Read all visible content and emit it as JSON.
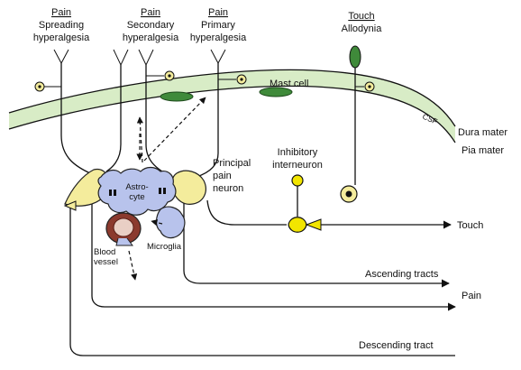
{
  "headers": {
    "spreading": {
      "title": "Pain",
      "subtitle_1": "Spreading",
      "subtitle_2": "hyperalgesia"
    },
    "secondary": {
      "title": "Pain",
      "subtitle_1": "Secondary",
      "subtitle_2": "hyperalgesia"
    },
    "primary": {
      "title": "Pain",
      "subtitle_1": "Primary",
      "subtitle_2": "hyperalgesia"
    },
    "touch": {
      "title": "Touch",
      "subtitle_1": "Allodynia"
    }
  },
  "labels": {
    "mast_cell": "Mast cell",
    "csf": "CSF",
    "dura_mater": "Dura mater",
    "pia_mater": "Pia mater",
    "inhibitory_1": "Inhibitory",
    "inhibitory_2": "interneuron",
    "principal_1": "Principal",
    "principal_2": "pain",
    "principal_3": "neuron",
    "astrocyte_1": "Astro-",
    "astrocyte_2": "cyte",
    "blood_vessel_1": "Blood",
    "blood_vessel_2": "vessel",
    "microglia": "Microglia",
    "out_touch": "Touch",
    "out_ascending": "Ascending tracts",
    "out_pain": "Pain",
    "out_descending": "Descending tract"
  },
  "colors": {
    "neuron_yellow": "#f4ec9c",
    "neuron_outline": "#222222",
    "glia_blue": "#b8c3ec",
    "mast_green": "#3f8a3a",
    "csf_green": "#d8ecc6",
    "vessel_red": "#8b3a2e",
    "vessel_light": "#e9cfc5",
    "touch_yellow": "#f2e500"
  }
}
